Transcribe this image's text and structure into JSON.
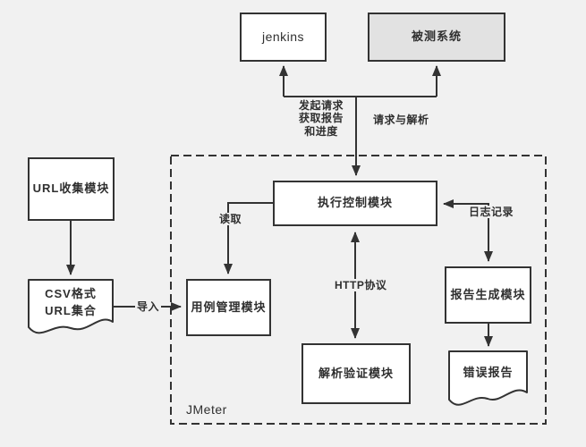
{
  "diagram": {
    "nodes": {
      "jenkins": {
        "label": "jenkins"
      },
      "system_under_test": {
        "label": "被测系统"
      },
      "url_collector": {
        "label": "URL收集模块"
      },
      "exec_control": {
        "label": "执行控制模块"
      },
      "case_mgmt": {
        "label": "用例管理模块"
      },
      "parse_verify": {
        "label": "解析验证模块"
      },
      "report_gen": {
        "label": "报告生成模块"
      },
      "csv_doc": {
        "label": "CSV格式\nURL集合"
      },
      "error_report_doc": {
        "label": "错误报告"
      }
    },
    "container": {
      "label": "JMeter"
    },
    "edge_labels": {
      "initiate_request": "发起请求\n获取报告\n和进度",
      "request_and_parse": "请求与解析",
      "read": "读取",
      "http_protocol": "HTTP协议",
      "log_record": "日志记录",
      "import": "导入"
    },
    "colors": {
      "background": "#f1f1f1",
      "line": "#333333",
      "node_fill": "#ffffff",
      "system_fill": "#e2e2e2",
      "text": "#2f2f2f"
    }
  }
}
